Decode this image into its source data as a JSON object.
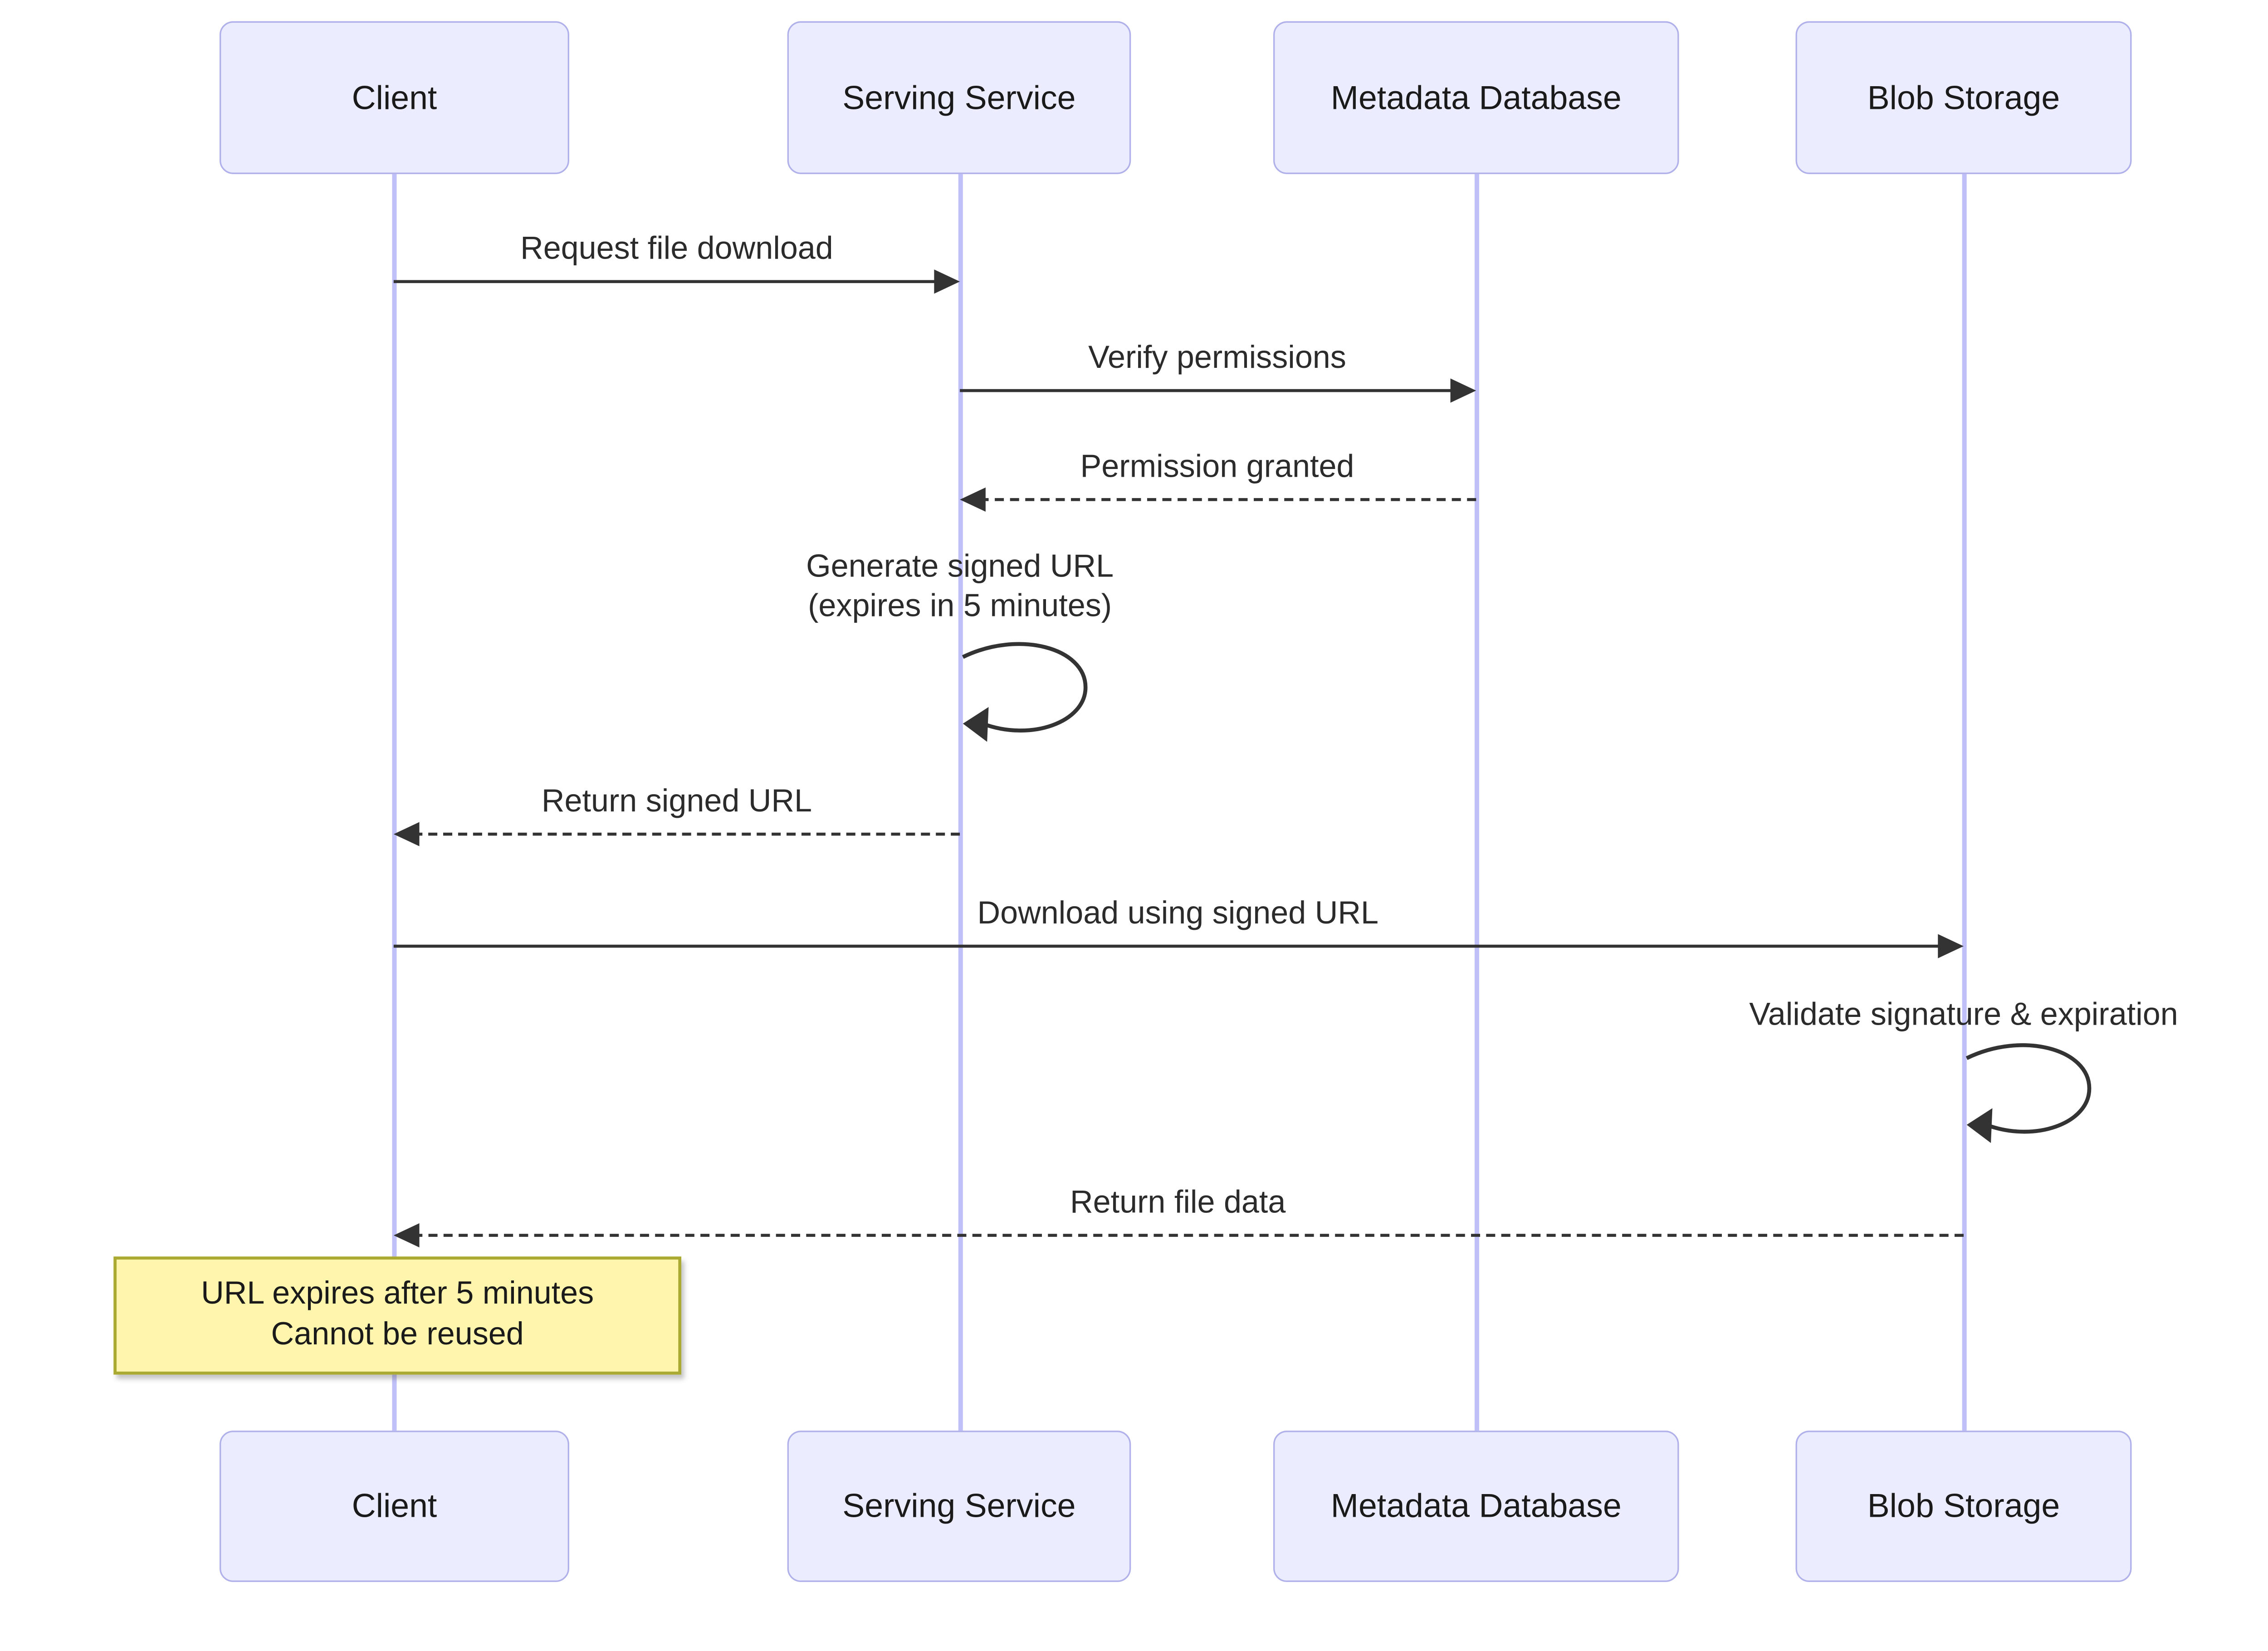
{
  "diagram": {
    "kind": "sequence-diagram",
    "actors": [
      {
        "id": "client",
        "label": "Client"
      },
      {
        "id": "serving-service",
        "label": "Serving Service"
      },
      {
        "id": "metadata-database",
        "label": "Metadata Database"
      },
      {
        "id": "blob-storage",
        "label": "Blob Storage"
      }
    ],
    "messages": [
      {
        "from": "client",
        "to": "serving-service",
        "style": "solid",
        "label": "Request file download"
      },
      {
        "from": "serving-service",
        "to": "metadata-database",
        "style": "solid",
        "label": "Verify permissions"
      },
      {
        "from": "metadata-database",
        "to": "serving-service",
        "style": "dashed",
        "label": "Permission granted"
      },
      {
        "from": "serving-service",
        "to": "serving-service",
        "style": "self",
        "label": "Generate signed URL (expires in 5 minutes)",
        "label_lines": [
          "Generate signed URL",
          "(expires in 5 minutes)"
        ]
      },
      {
        "from": "serving-service",
        "to": "client",
        "style": "dashed",
        "label": "Return signed URL"
      },
      {
        "from": "client",
        "to": "blob-storage",
        "style": "solid",
        "label": "Download using signed URL"
      },
      {
        "from": "blob-storage",
        "to": "blob-storage",
        "style": "self",
        "label": "Validate signature & expiration",
        "label_lines": [
          "Validate signature & expiration"
        ]
      },
      {
        "from": "blob-storage",
        "to": "client",
        "style": "dashed",
        "label": "Return file data"
      }
    ],
    "note": {
      "over": "client",
      "lines": [
        "URL expires after 5 minutes",
        "Cannot be reused"
      ]
    },
    "colors": {
      "background": "#ffffff",
      "actor_fill": "#ececff",
      "actor_border": "#b0b0ea",
      "lifeline": "#c0c0f8",
      "arrow": "#333333",
      "text": "#1a1a1a",
      "note_fill": "#fff5ad",
      "note_border": "#aaaa33"
    }
  }
}
